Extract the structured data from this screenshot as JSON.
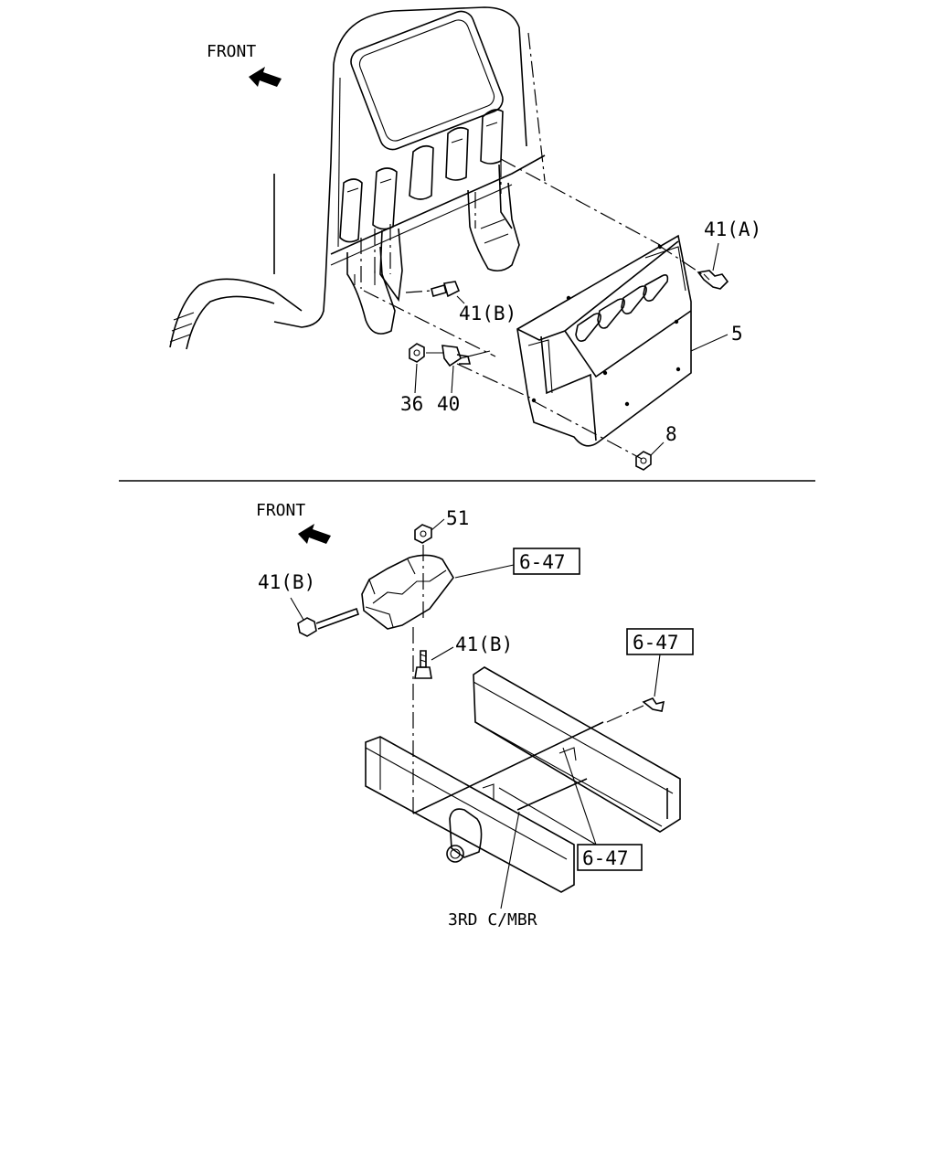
{
  "top_view": {
    "front_label": "FRONT",
    "callouts": {
      "c41a": "41(A)",
      "c41b": "41(B)",
      "c5": "5",
      "c36": "36",
      "c40": "40",
      "c8": "8"
    }
  },
  "bottom_view": {
    "front_label": "FRONT",
    "callouts": {
      "c51": "51",
      "c41b_left": "41(B)",
      "c41b_bolt": "41(B)"
    },
    "references": {
      "ref_top": "6-47",
      "ref_right": "6-47",
      "ref_bottom": "6-47"
    },
    "member_label": "3RD C/MBR"
  },
  "icons": [
    "front-arrow-icon",
    "bolt-icon",
    "nut-icon",
    "clip-icon"
  ]
}
